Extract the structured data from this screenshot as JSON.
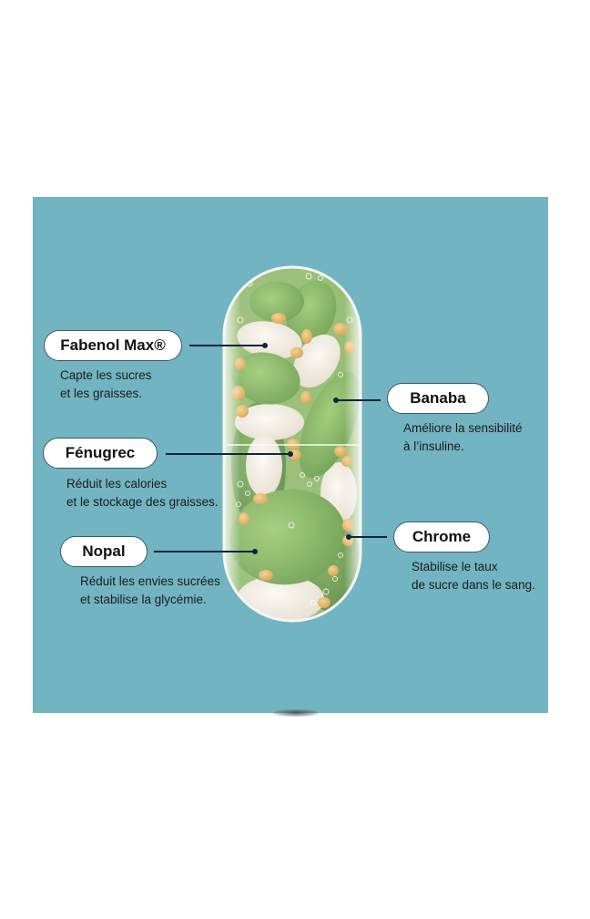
{
  "colors": {
    "panel_background": "#72b4c1",
    "page_background": "#ffffff",
    "connector_line": "#0f2347",
    "label_pill_fill": "#ffffff",
    "leaf_green": "#5f9a3a",
    "bean_cream": "#efe9dc",
    "seed_orange": "#e2a94c"
  },
  "ingredients": [
    {
      "name": "Fabenol Max®",
      "description_line1": "Capte les sucres",
      "description_line2": "et les graisses.",
      "side": "left"
    },
    {
      "name": "Fénugrec",
      "description_line1": "Réduit les calories",
      "description_line2": "et le stockage des graisses.",
      "side": "left"
    },
    {
      "name": "Nopal",
      "description_line1": "Réduit les envies sucrées",
      "description_line2": "et stabilise la glycémie.",
      "side": "left"
    },
    {
      "name": "Banaba",
      "description_line1": "Améliore la sensibilité",
      "description_line2": "à l’insuline.",
      "side": "right"
    },
    {
      "name": "Chrome",
      "description_line1": "Stabilise le taux",
      "description_line2": "de sucre dans le sang.",
      "side": "right"
    }
  ],
  "illustration": {
    "subject": "transparent capsule filled with white beans, green leaves and seeds"
  }
}
